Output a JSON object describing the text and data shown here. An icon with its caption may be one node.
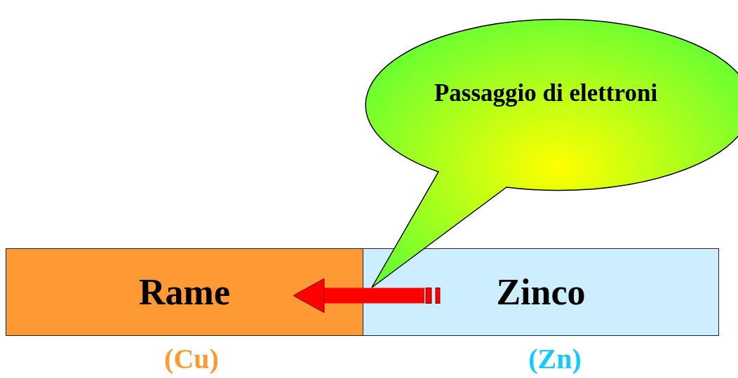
{
  "diagram": {
    "nodes": [
      {
        "text": [
          "Passaggio di elettroni"
        ]
      },
      {
        "text": [
          "Rame"
        ],
        "beside": [
          "(Cu)"
        ]
      },
      {
        "text": [
          "Zinco"
        ],
        "beside": [
          "(Zn)"
        ]
      }
    ],
    "edges": [
      {
        "from": 2,
        "to": 1,
        "arrow": "to",
        "color": "#ff0000"
      }
    ]
  }
}
